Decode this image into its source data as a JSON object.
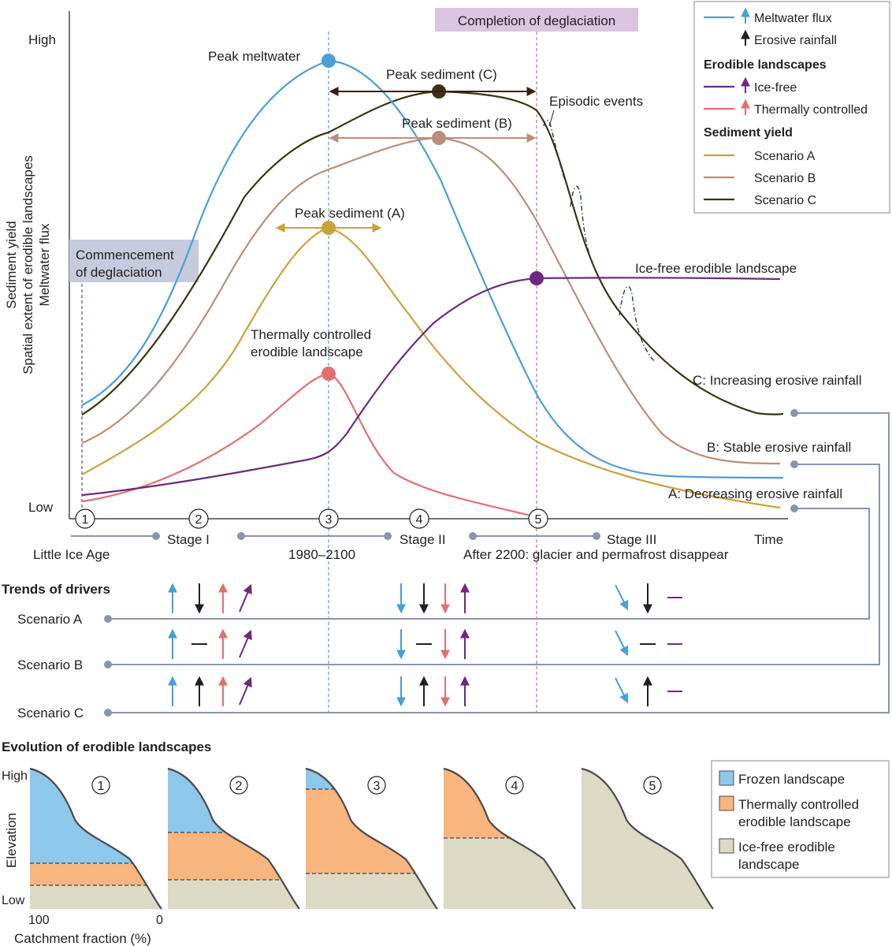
{
  "axes": {
    "y_label_1": "Sediment yield",
    "y_label_2": "Spatial extent of erodible landscapes",
    "y_label_3": "Meltwater flux",
    "high": "High",
    "low": "Low",
    "time": "Time"
  },
  "banners": {
    "commencement_1": "Commencement",
    "commencement_2": "of deglaciation",
    "completion": "Completion of deglaciation"
  },
  "peaks": {
    "meltwater": "Peak meltwater",
    "sediment_a": "Peak sediment (A)",
    "sediment_b": "Peak sediment (B)",
    "sediment_c": "Peak sediment (C)",
    "episodic": "Episodic events",
    "thermal_1": "Thermally controlled",
    "thermal_2": "erodible landscape",
    "ice_free": "Ice-free erodible landscape"
  },
  "scenario_endings": {
    "c": "C: Increasing erosive rainfall",
    "b": "B: Stable erosive rainfall",
    "a": "A: Decreasing erosive rainfall"
  },
  "timeline": {
    "markers": [
      "1",
      "2",
      "3",
      "4",
      "5"
    ],
    "little_ice_age": "Little Ice Age",
    "stage_1": "Stage I",
    "stage_2": "Stage II",
    "stage_3": "Stage III",
    "period_3": "1980–2100",
    "period_5": "After 2200: glacier and permafrost disappear"
  },
  "legend": {
    "meltwater": "Meltwater flux",
    "rainfall": "Erosive rainfall",
    "erodible_heading": "Erodible landscapes",
    "ice_free": "Ice-free",
    "thermal": "Thermally controlled",
    "yield_heading": "Sediment yield",
    "scenario_a": "Scenario A",
    "scenario_b": "Scenario B",
    "scenario_c": "Scenario C"
  },
  "drivers": {
    "heading": "Trends of drivers",
    "rows": [
      "Scenario A",
      "Scenario B",
      "Scenario C"
    ]
  },
  "evolution": {
    "heading": "Evolution of erodible landscapes",
    "y_label": "Elevation",
    "high": "High",
    "low": "Low",
    "x_start": "100",
    "x_end": "0",
    "x_label": "Catchment fraction (%)",
    "panels": [
      "1",
      "2",
      "3",
      "4",
      "5"
    ],
    "legend_frozen": "Frozen landscape",
    "legend_thermal_1": "Thermally controlled",
    "legend_thermal_2": "erodible landscape",
    "legend_icefree_1": "Ice-free erodible",
    "legend_icefree_2": "landscape"
  },
  "colors": {
    "meltwater": "#4a9fd4",
    "ice_free": "#6b2a7e",
    "thermal": "#e07070",
    "scenario_a": "#c9a23a",
    "scenario_b": "#b88f7c",
    "scenario_c": "#3a3410",
    "frozen_fill": "#8dc8ea",
    "thermal_fill": "#f8b57e",
    "icefree_fill": "#dcd9c4",
    "connector": "#8a94ad",
    "banner_left": "#c5cbdc",
    "banner_right": "#dbc4e0"
  }
}
